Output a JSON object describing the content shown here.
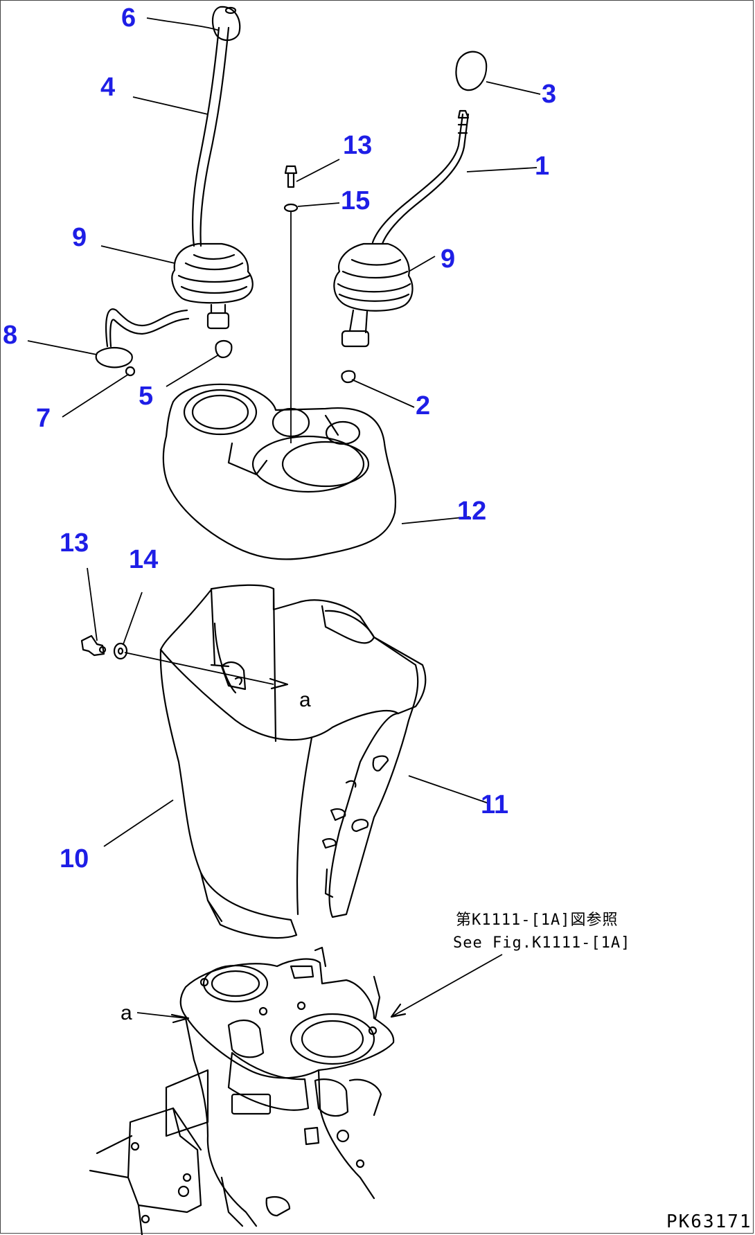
{
  "callouts": {
    "c1": "1",
    "c2": "2",
    "c3": "3",
    "c4": "4",
    "c5": "5",
    "c6": "6",
    "c7": "7",
    "c8": "8",
    "c9a": "9",
    "c9b": "9",
    "c10": "10",
    "c11": "11",
    "c12": "12",
    "c13a": "13",
    "c13b": "13",
    "c14": "14",
    "c15": "15"
  },
  "reference": {
    "line_jp": "第K1111-[1A]図参照",
    "line_en": "See Fig.K1111-[1A]"
  },
  "view_marks": {
    "upper": "a",
    "lower": "a"
  },
  "drawing_code": "PK63171",
  "colors": {
    "callout": "#1e1ee6",
    "line": "#000000",
    "background": "#ffffff"
  }
}
